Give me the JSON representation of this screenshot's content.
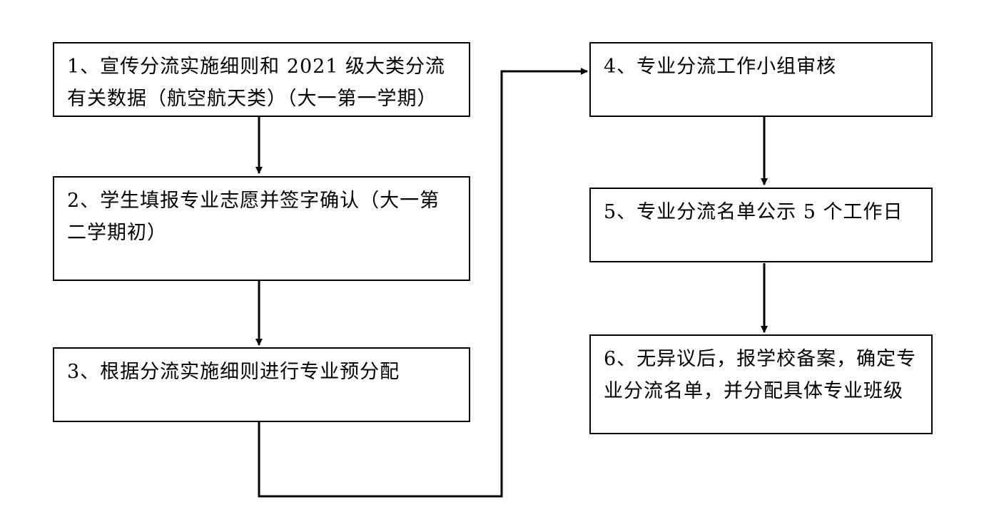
{
  "diagram": {
    "steps": [
      {
        "id": "step-1",
        "text": "1、宣传分流实施细则和 2021 级大类分流有关数据（航空航天类）（大一第一学期）"
      },
      {
        "id": "step-2",
        "text": "2、学生填报专业志愿并签字确认（大一第二学期初）"
      },
      {
        "id": "step-3",
        "text": "3、根据分流实施细则进行专业预分配"
      },
      {
        "id": "step-4",
        "text": "4、专业分流工作小组审核"
      },
      {
        "id": "step-5",
        "text": "5、专业分流名单公示 5 个工作日"
      },
      {
        "id": "step-6",
        "text": "6、无异议后，报学校备案，确定专业分流名单，并分配具体专业班级"
      }
    ],
    "colors": {
      "line": "#000000",
      "box_fill": "#ffffff",
      "background": "#ffffff"
    }
  }
}
